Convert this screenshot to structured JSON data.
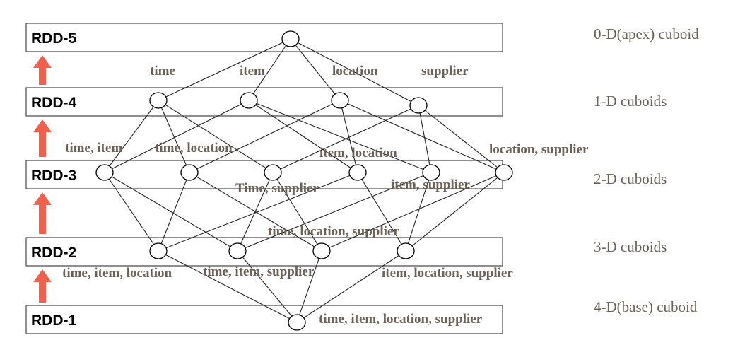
{
  "colors": {
    "arrow": "#f0604d",
    "node_label": "#6b6157",
    "rdd_label": "#000000",
    "line": "#222222"
  },
  "rdds": [
    {
      "label": "RDD-5"
    },
    {
      "label": "RDD-4"
    },
    {
      "label": "RDD-3"
    },
    {
      "label": "RDD-2"
    },
    {
      "label": "RDD-1"
    }
  ],
  "levels": [
    {
      "label": "0-D(apex) cuboid"
    },
    {
      "label": "1-D cuboids"
    },
    {
      "label": "2-D cuboids"
    },
    {
      "label": "3-D cuboids"
    },
    {
      "label": "4-D(base) cuboid"
    }
  ],
  "nodes": [
    {
      "id": "apex",
      "label": ""
    },
    {
      "id": "time",
      "label": "time"
    },
    {
      "id": "item",
      "label": "item"
    },
    {
      "id": "location",
      "label": "location"
    },
    {
      "id": "supplier",
      "label": "supplier"
    },
    {
      "id": "ti",
      "label": "time, item"
    },
    {
      "id": "tl",
      "label": "time, location"
    },
    {
      "id": "ts",
      "label": "Time, supplier"
    },
    {
      "id": "il",
      "label": "item, location"
    },
    {
      "id": "is",
      "label": "item, supplier"
    },
    {
      "id": "ls",
      "label": "location, supplier"
    },
    {
      "id": "til",
      "label": "time, item, location"
    },
    {
      "id": "tis",
      "label": "time, item, supplier"
    },
    {
      "id": "tls",
      "label": "time, location, supplier"
    },
    {
      "id": "ils",
      "label": "item, location, supplier"
    },
    {
      "id": "base",
      "label": "time, item, location, supplier"
    }
  ],
  "edges": [
    [
      "apex",
      "time"
    ],
    [
      "apex",
      "item"
    ],
    [
      "apex",
      "location"
    ],
    [
      "apex",
      "supplier"
    ],
    [
      "time",
      "ti"
    ],
    [
      "time",
      "tl"
    ],
    [
      "time",
      "ts"
    ],
    [
      "item",
      "ti"
    ],
    [
      "item",
      "il"
    ],
    [
      "item",
      "is"
    ],
    [
      "location",
      "tl"
    ],
    [
      "location",
      "il"
    ],
    [
      "location",
      "ls"
    ],
    [
      "supplier",
      "ts"
    ],
    [
      "supplier",
      "is"
    ],
    [
      "supplier",
      "ls"
    ],
    [
      "ti",
      "til"
    ],
    [
      "ti",
      "tis"
    ],
    [
      "tl",
      "til"
    ],
    [
      "tl",
      "tls"
    ],
    [
      "ts",
      "tis"
    ],
    [
      "ts",
      "tls"
    ],
    [
      "il",
      "til"
    ],
    [
      "il",
      "ils"
    ],
    [
      "is",
      "tis"
    ],
    [
      "is",
      "ils"
    ],
    [
      "ls",
      "tls"
    ],
    [
      "ls",
      "ils"
    ],
    [
      "til",
      "base"
    ],
    [
      "tis",
      "base"
    ],
    [
      "tls",
      "base"
    ],
    [
      "ils",
      "base"
    ]
  ]
}
